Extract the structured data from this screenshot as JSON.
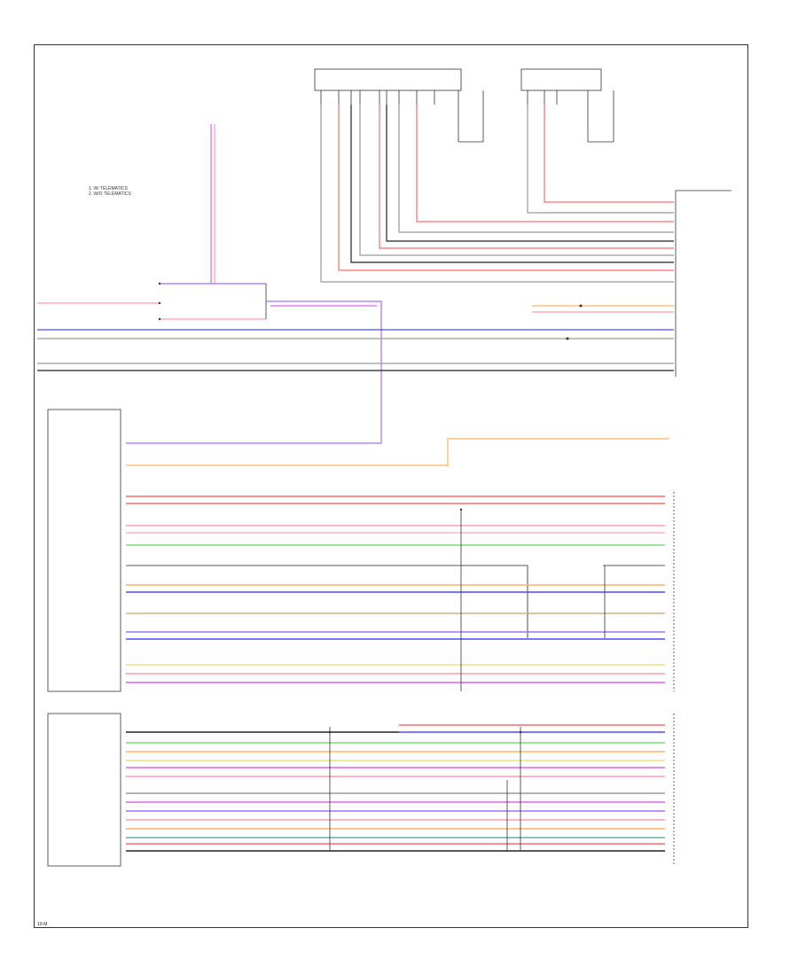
{
  "diagram": {
    "legend": {
      "line1": "1. W/ TELEMATICS",
      "line2": "2. W/O TELEMATICS"
    },
    "footer_id": "10-M"
  },
  "colors": {
    "red": "#ff6a6a",
    "pink": "#ff9bb0",
    "magenta": "#e060f0",
    "violet": "#a070ff",
    "blue": "#4a4aff",
    "gray": "#9a9a9a",
    "black": "#222222",
    "orange": "#ffb060",
    "green": "#7ddc7d",
    "yellow": "#f0e080",
    "tan": "#d4b080",
    "teal": "#60b0b0"
  }
}
